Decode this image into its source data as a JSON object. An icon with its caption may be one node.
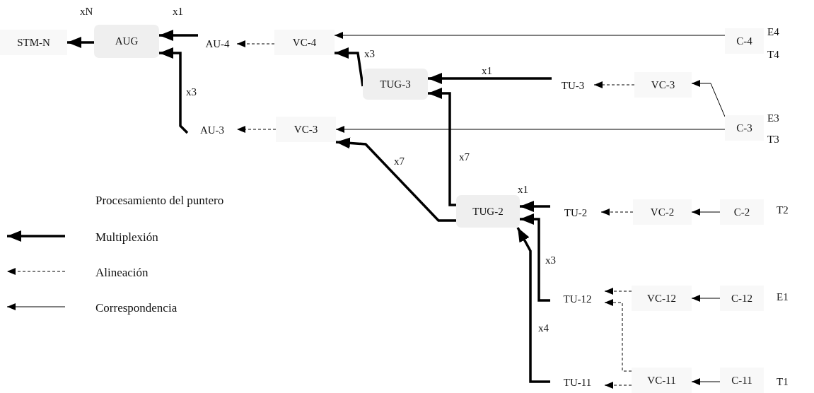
{
  "diagram": {
    "nodes": [
      {
        "text": [
          "STM-N"
        ]
      },
      {
        "text": [
          "AUG"
        ]
      },
      {
        "text": [
          "AU-4"
        ]
      },
      {
        "text": [
          "VC-4"
        ]
      },
      {
        "text": [
          "C-4"
        ],
        "beside": [
          "E4",
          "T4"
        ]
      },
      {
        "text": [
          "TUG-3"
        ]
      },
      {
        "text": [
          "TU-3"
        ]
      },
      {
        "text": [
          "VC-3"
        ]
      },
      {
        "text": [
          "AU-3"
        ]
      },
      {
        "text": [
          "VC-3"
        ]
      },
      {
        "text": [
          "C-3"
        ],
        "beside": [
          "E3",
          "T3"
        ]
      },
      {
        "text": [
          "TUG-2"
        ]
      },
      {
        "text": [
          "TU-2"
        ]
      },
      {
        "text": [
          "VC-2"
        ]
      },
      {
        "text": [
          "C-2"
        ],
        "beside": [
          "T2"
        ]
      },
      {
        "text": [
          "TU-12"
        ]
      },
      {
        "text": [
          "VC-12"
        ]
      },
      {
        "text": [
          "C-12"
        ],
        "beside": [
          "E1"
        ]
      },
      {
        "text": [
          "TU-11"
        ]
      },
      {
        "text": [
          "VC-11"
        ]
      },
      {
        "text": [
          "C-11"
        ],
        "beside": [
          "T1"
        ]
      }
    ],
    "edges": [
      {
        "from": 1,
        "to": 0,
        "arrow": "to",
        "style": "thick",
        "label": "xN"
      },
      {
        "from": 2,
        "to": 1,
        "arrow": "to",
        "style": "thick",
        "label": "x1"
      },
      {
        "from": 8,
        "to": 1,
        "arrow": "to",
        "style": "thick",
        "label": "x3"
      },
      {
        "from": 3,
        "to": 2,
        "arrow": "to",
        "style": "dashed"
      },
      {
        "from": 4,
        "to": 3,
        "arrow": "to"
      },
      {
        "from": 5,
        "to": 3,
        "arrow": "to",
        "style": "thick",
        "label": "x3"
      },
      {
        "from": 6,
        "to": 5,
        "arrow": "to",
        "style": "thick",
        "label": "x1"
      },
      {
        "from": 7,
        "to": 6,
        "arrow": "to",
        "style": "dashed"
      },
      {
        "from": 10,
        "to": 7,
        "arrow": "to"
      },
      {
        "from": 9,
        "to": 8,
        "arrow": "to",
        "style": "dashed"
      },
      {
        "from": 10,
        "to": 9,
        "arrow": "to"
      },
      {
        "from": 11,
        "to": 9,
        "arrow": "to",
        "style": "thick",
        "label": "x7"
      },
      {
        "from": 11,
        "to": 5,
        "arrow": "to",
        "style": "thick",
        "label": "x7"
      },
      {
        "from": 12,
        "to": 11,
        "arrow": "to",
        "style": "thick",
        "label": "x1"
      },
      {
        "from": 15,
        "to": 11,
        "arrow": "to",
        "style": "thick",
        "label": "x3"
      },
      {
        "from": 18,
        "to": 11,
        "arrow": "to",
        "style": "thick",
        "label": "x4"
      },
      {
        "from": 13,
        "to": 12,
        "arrow": "to",
        "style": "dashed"
      },
      {
        "from": 14,
        "to": 13,
        "arrow": "to"
      },
      {
        "from": 16,
        "to": 15,
        "arrow": "to",
        "style": "dashed"
      },
      {
        "from": 17,
        "to": 16,
        "arrow": "to"
      },
      {
        "from": 19,
        "to": 15,
        "arrow": "to",
        "style": "dashed"
      },
      {
        "from": 19,
        "to": 18,
        "arrow": "to",
        "style": "dashed"
      },
      {
        "from": 20,
        "to": 19,
        "arrow": "to"
      }
    ],
    "legend": [
      {
        "text": "Procesamiento del puntero"
      },
      {
        "text": "Multiplexión"
      },
      {
        "text": "Alineación"
      },
      {
        "text": "Correspondencia"
      }
    ]
  }
}
